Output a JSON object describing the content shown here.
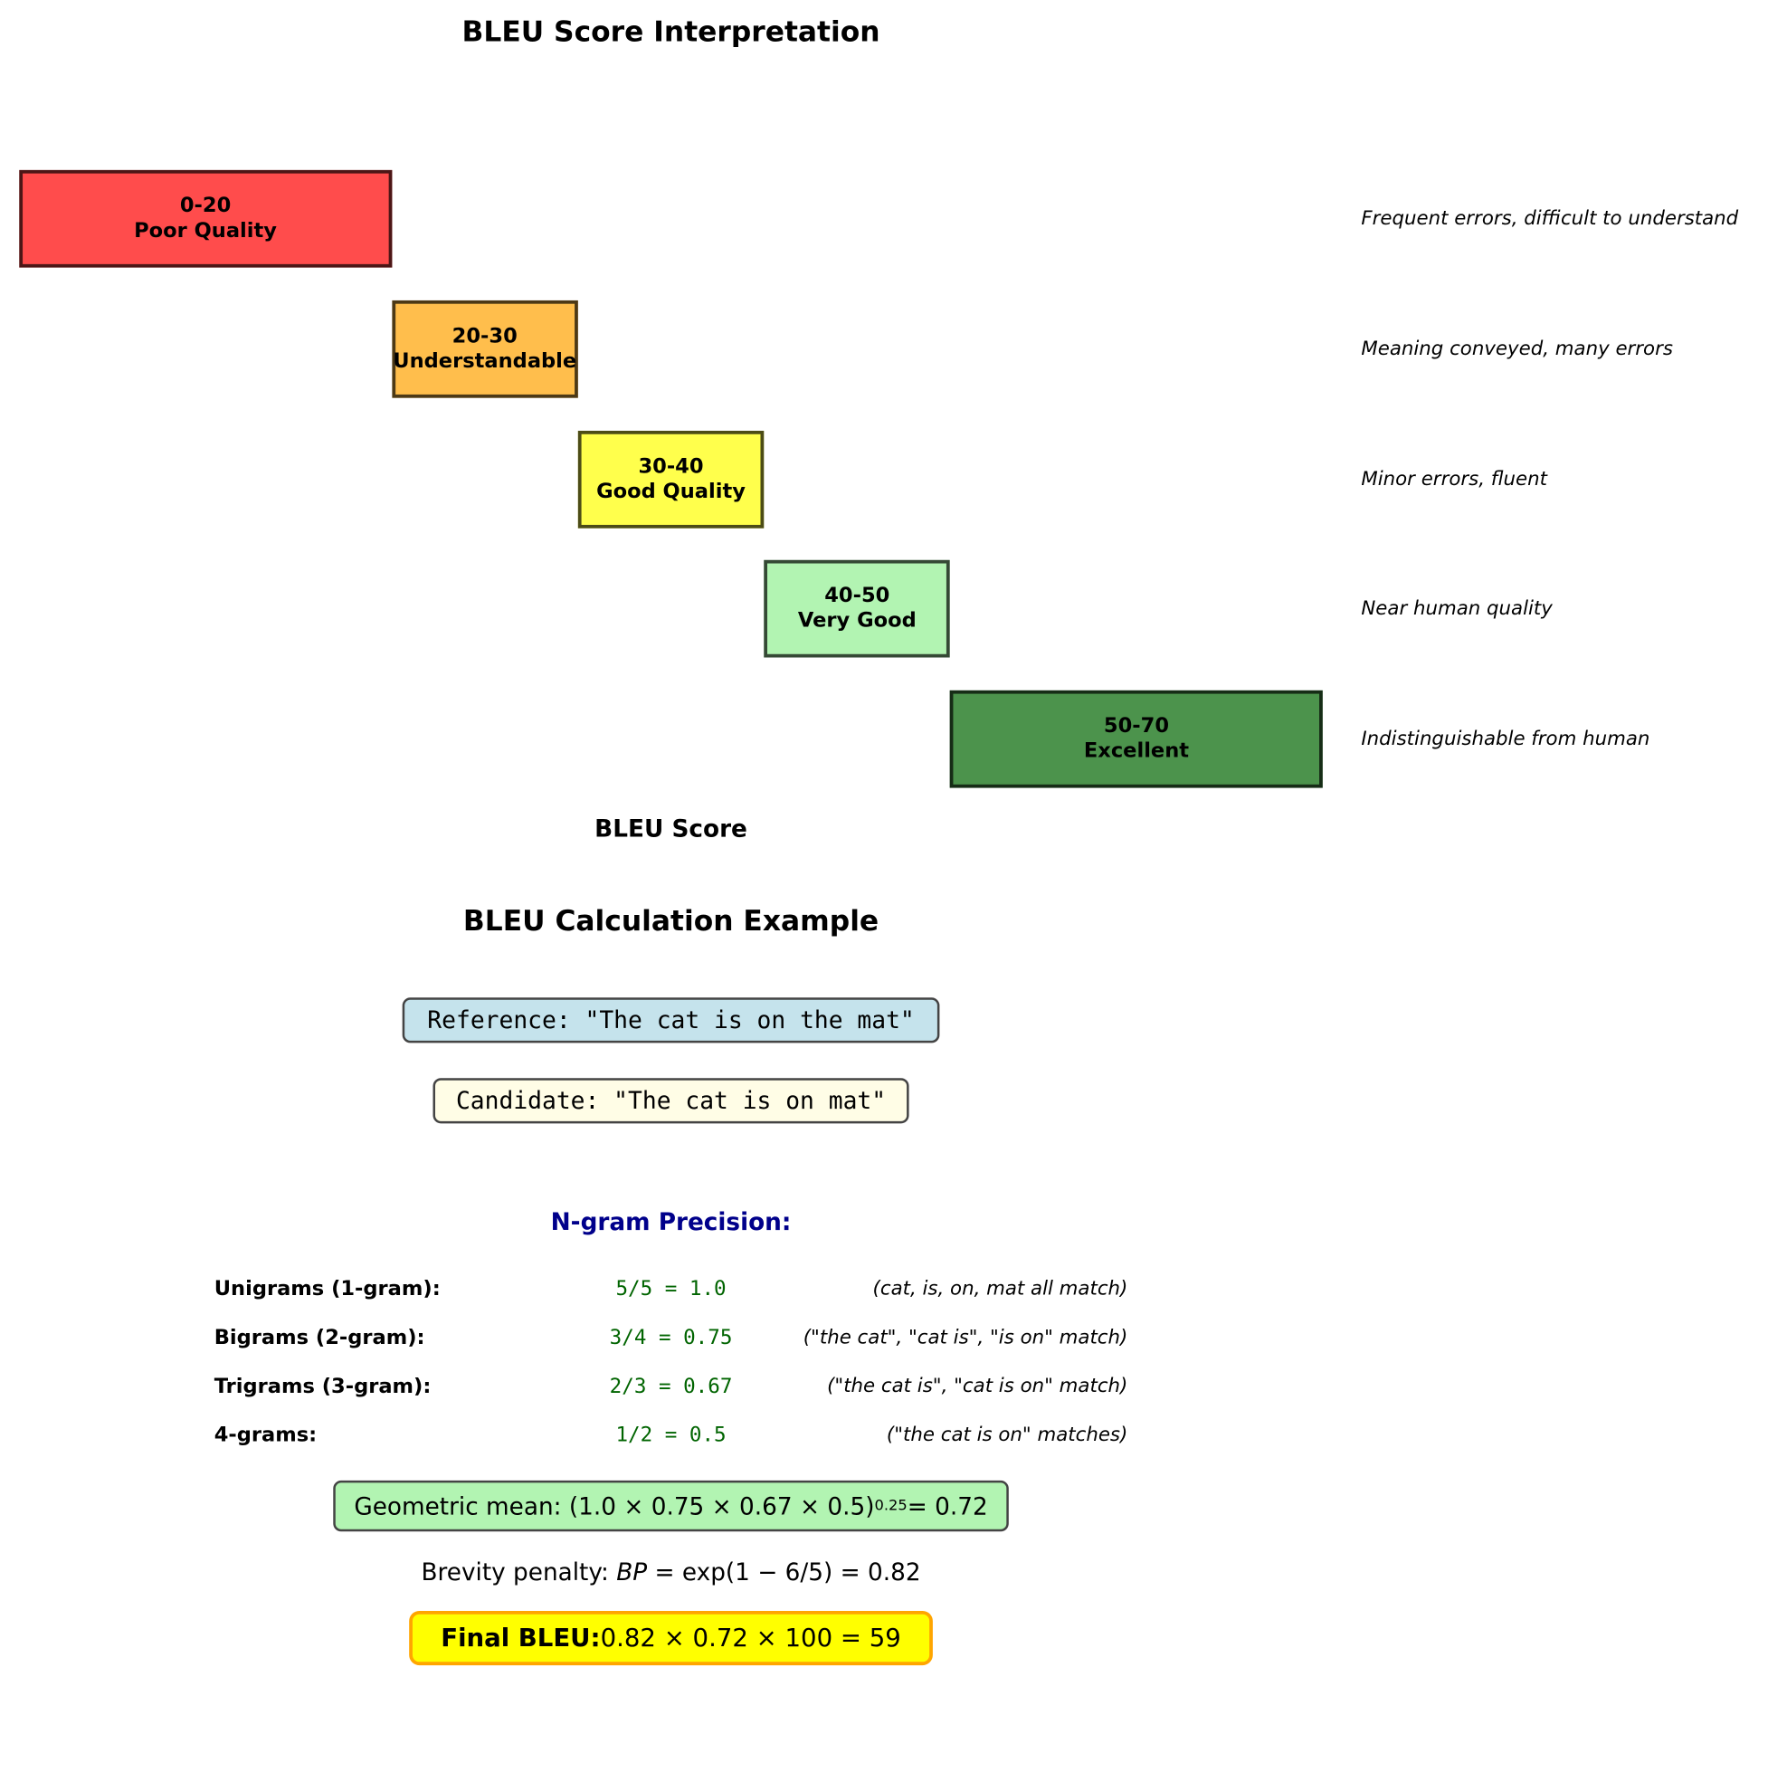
{
  "chart_data": {
    "type": "bar",
    "title": "BLEU Score Interpretation",
    "xlabel": "BLEU Score",
    "xlim": [
      0,
      70
    ],
    "bands": [
      {
        "start": 0,
        "end": 20,
        "range": "0-20",
        "label": "Poor Quality",
        "description": "Frequent errors, difficult to understand",
        "color": "#ff4c4c"
      },
      {
        "start": 20,
        "end": 30,
        "range": "20-30",
        "label": "Understandable",
        "description": "Meaning conveyed, many errors",
        "color": "#ffbe4c"
      },
      {
        "start": 30,
        "end": 40,
        "range": "30-40",
        "label": "Good Quality",
        "description": "Minor errors, fluent",
        "color": "#ffff4c"
      },
      {
        "start": 40,
        "end": 50,
        "range": "40-50",
        "label": "Very Good",
        "description": "Near human quality",
        "color": "#b2f4b2"
      },
      {
        "start": 50,
        "end": 70,
        "range": "50-70",
        "label": "Excellent",
        "description": "Indistinguishable from human",
        "color": "#4c934c"
      }
    ]
  },
  "example": {
    "title": "BLEU Calculation Example",
    "reference": "Reference: \"The cat is on the mat\"",
    "candidate": "Candidate: \"The cat is on mat\"",
    "precision_heading": "N-gram Precision:",
    "rows": [
      {
        "label": "Unigrams (1-gram):",
        "value": "5/5 = 1.0",
        "note": "(cat, is, on, mat all match)"
      },
      {
        "label": "Bigrams (2-gram):",
        "value": "3/4 = 0.75",
        "note": "(\"the cat\", \"cat is\", \"is on\" match)"
      },
      {
        "label": "Trigrams (3-gram):",
        "value": "2/3 = 0.67",
        "note": "(\"the cat is\", \"cat is on\" match)"
      },
      {
        "label": "4-grams:",
        "value": "1/2 = 0.5",
        "note": "(\"the cat is on\" matches)"
      }
    ],
    "geo_prefix": "Geometric mean: (1.0 × 0.75 × 0.67 × 0.5)",
    "geo_exp": "0.25",
    "geo_suffix": " = 0.72",
    "brevity_prefix": "Brevity penalty: ",
    "brevity_formula": "BP",
    "brevity_suffix": " = exp(1 − 6/5) = 0.82",
    "final_label": "Final BLEU:",
    "final_formula": " 0.82 × 0.72 × 100 = 59"
  }
}
